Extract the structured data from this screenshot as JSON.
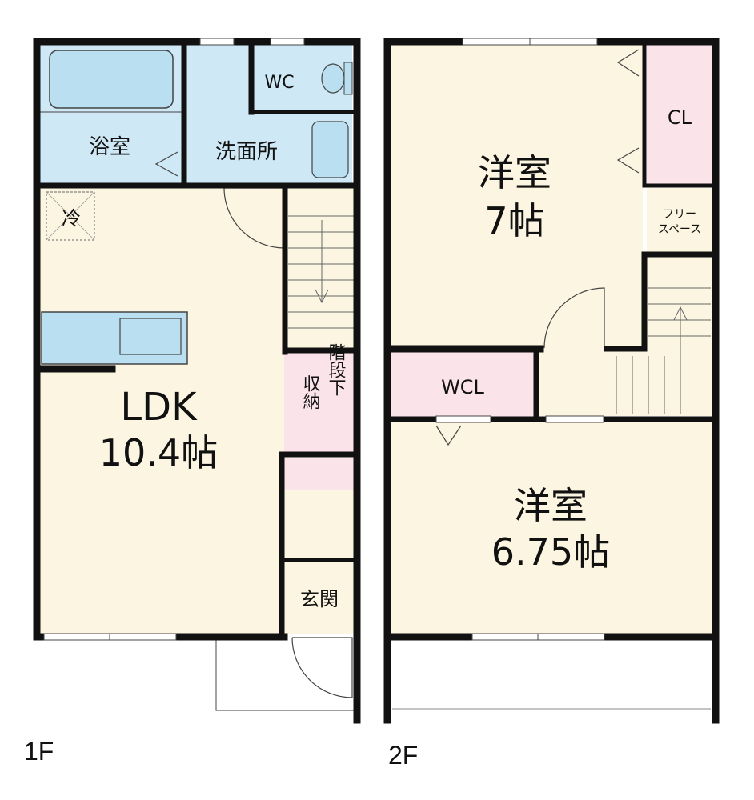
{
  "floors": [
    {
      "label": "1F",
      "rooms": {
        "bath": "浴室",
        "washroom": "洗面所",
        "wc": "WC",
        "fridge": "冷",
        "ldk_name": "LDK",
        "ldk_size": "10.4帖",
        "under_stairs_storage_left": "収納",
        "under_stairs_storage_right": "階段下",
        "entrance": "玄関"
      }
    },
    {
      "label": "2F",
      "rooms": {
        "western1_name": "洋室",
        "western1_size": "7帖",
        "closet": "CL",
        "free_space_line1": "フリー",
        "free_space_line2": "スペース",
        "wcl": "WCL",
        "western2_name": "洋室",
        "western2_size": "6.75帖"
      }
    }
  ],
  "colors": {
    "wall": "#111111",
    "wet_area": "#cfe8f5",
    "living_area": "#fcf5e1",
    "storage": "#fbe3ea",
    "fixture": "#b9dff0"
  }
}
